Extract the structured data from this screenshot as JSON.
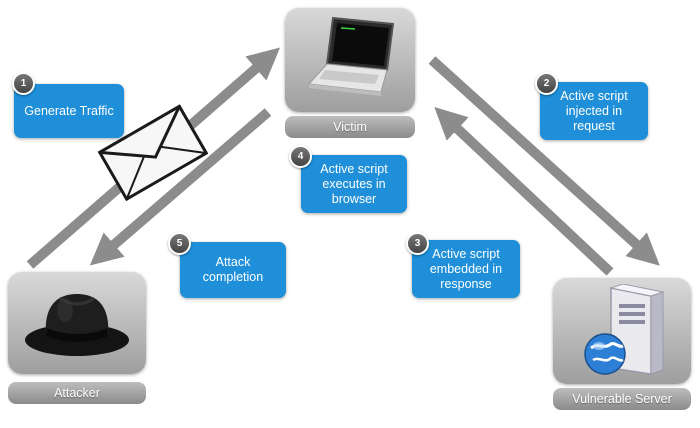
{
  "nodes": {
    "victim": {
      "label": "Victim",
      "icon": "laptop-icon"
    },
    "attacker": {
      "label": "Attacker",
      "icon": "fedora-hat-icon"
    },
    "server": {
      "label": "Vulnerable Server",
      "icon": "server-globe-icon"
    }
  },
  "steps": [
    {
      "number": "1",
      "text": "Generate Traffic"
    },
    {
      "number": "2",
      "text": "Active script\ninjected in\nrequest"
    },
    {
      "number": "3",
      "text": "Active script\nembedded in\nresponse"
    },
    {
      "number": "4",
      "text": "Active script\nexecutes in\nbrowser"
    },
    {
      "number": "5",
      "text": "Attack\ncompletion"
    }
  ],
  "colors": {
    "callout": "#1e8fd8",
    "arrow": "#8c8c8c",
    "node": "#a8a8a8"
  },
  "icons": {
    "message": "envelope-icon"
  }
}
